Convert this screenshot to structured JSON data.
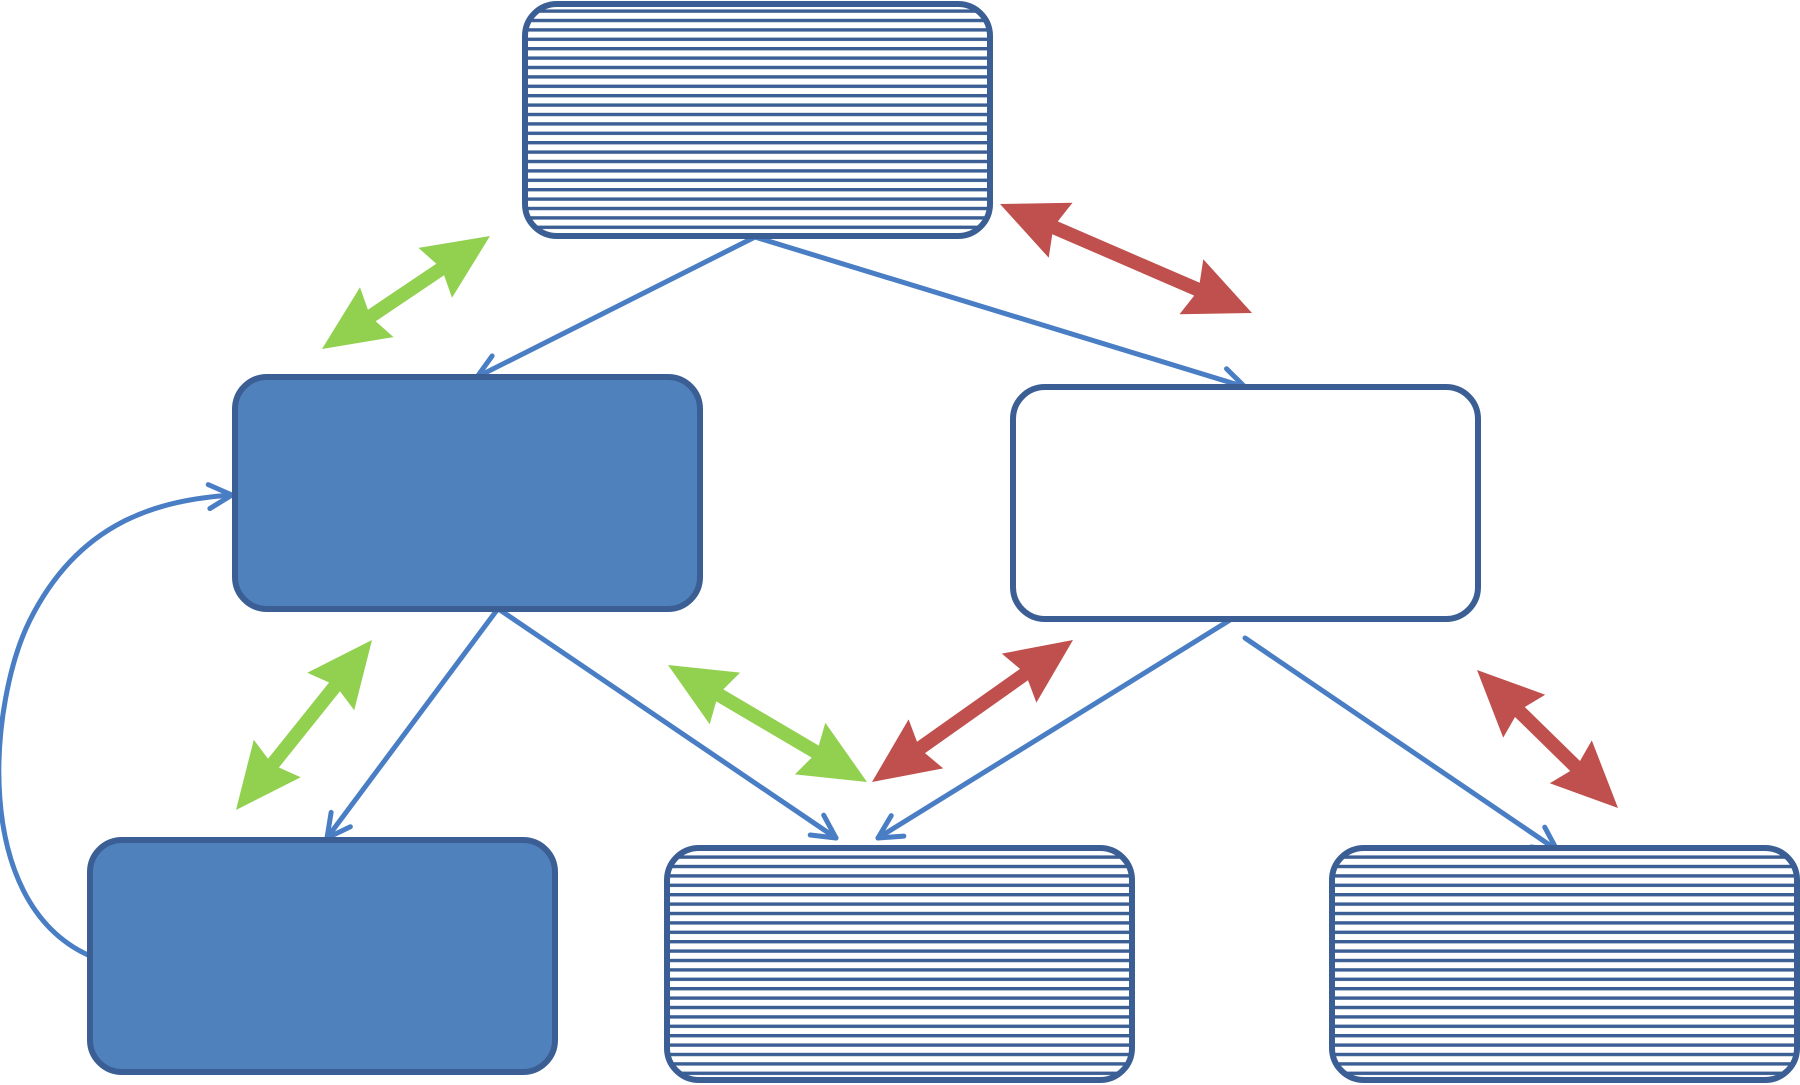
{
  "colors": {
    "node_border": "#3B5F94",
    "node_fill_solid": "#4F81BD",
    "node_fill_white": "#FFFFFF",
    "hatch_line": "#3B5F94",
    "edge": "#4A7EC4",
    "arrow_green": "#92D050",
    "arrow_red": "#C0504D",
    "background": "#FFFFFF"
  },
  "nodes": [
    {
      "id": "top",
      "fill": "hatched"
    },
    {
      "id": "mid-left",
      "fill": "solid"
    },
    {
      "id": "mid-right",
      "fill": "white"
    },
    {
      "id": "bottom-left",
      "fill": "solid"
    },
    {
      "id": "bottom-center",
      "fill": "hatched"
    },
    {
      "id": "bottom-right",
      "fill": "hatched"
    }
  ],
  "edges": [
    {
      "from": "top",
      "to": "mid-left"
    },
    {
      "from": "top",
      "to": "mid-right"
    },
    {
      "from": "mid-left",
      "to": "bottom-left"
    },
    {
      "from": "mid-left",
      "to": "bottom-center"
    },
    {
      "from": "mid-right",
      "to": "bottom-center"
    },
    {
      "from": "mid-right",
      "to": "bottom-right"
    },
    {
      "from": "bottom-left",
      "to": "mid-left",
      "style": "curved"
    }
  ],
  "relation_arrows": [
    {
      "color": "green",
      "between": [
        "top",
        "mid-left"
      ]
    },
    {
      "color": "red",
      "between": [
        "top",
        "mid-right"
      ]
    },
    {
      "color": "green",
      "between": [
        "mid-left",
        "bottom-left"
      ]
    },
    {
      "color": "green",
      "between": [
        "mid-left",
        "bottom-center"
      ]
    },
    {
      "color": "red",
      "between": [
        "mid-right",
        "bottom-center"
      ]
    },
    {
      "color": "red",
      "between": [
        "mid-right",
        "bottom-right"
      ]
    }
  ]
}
